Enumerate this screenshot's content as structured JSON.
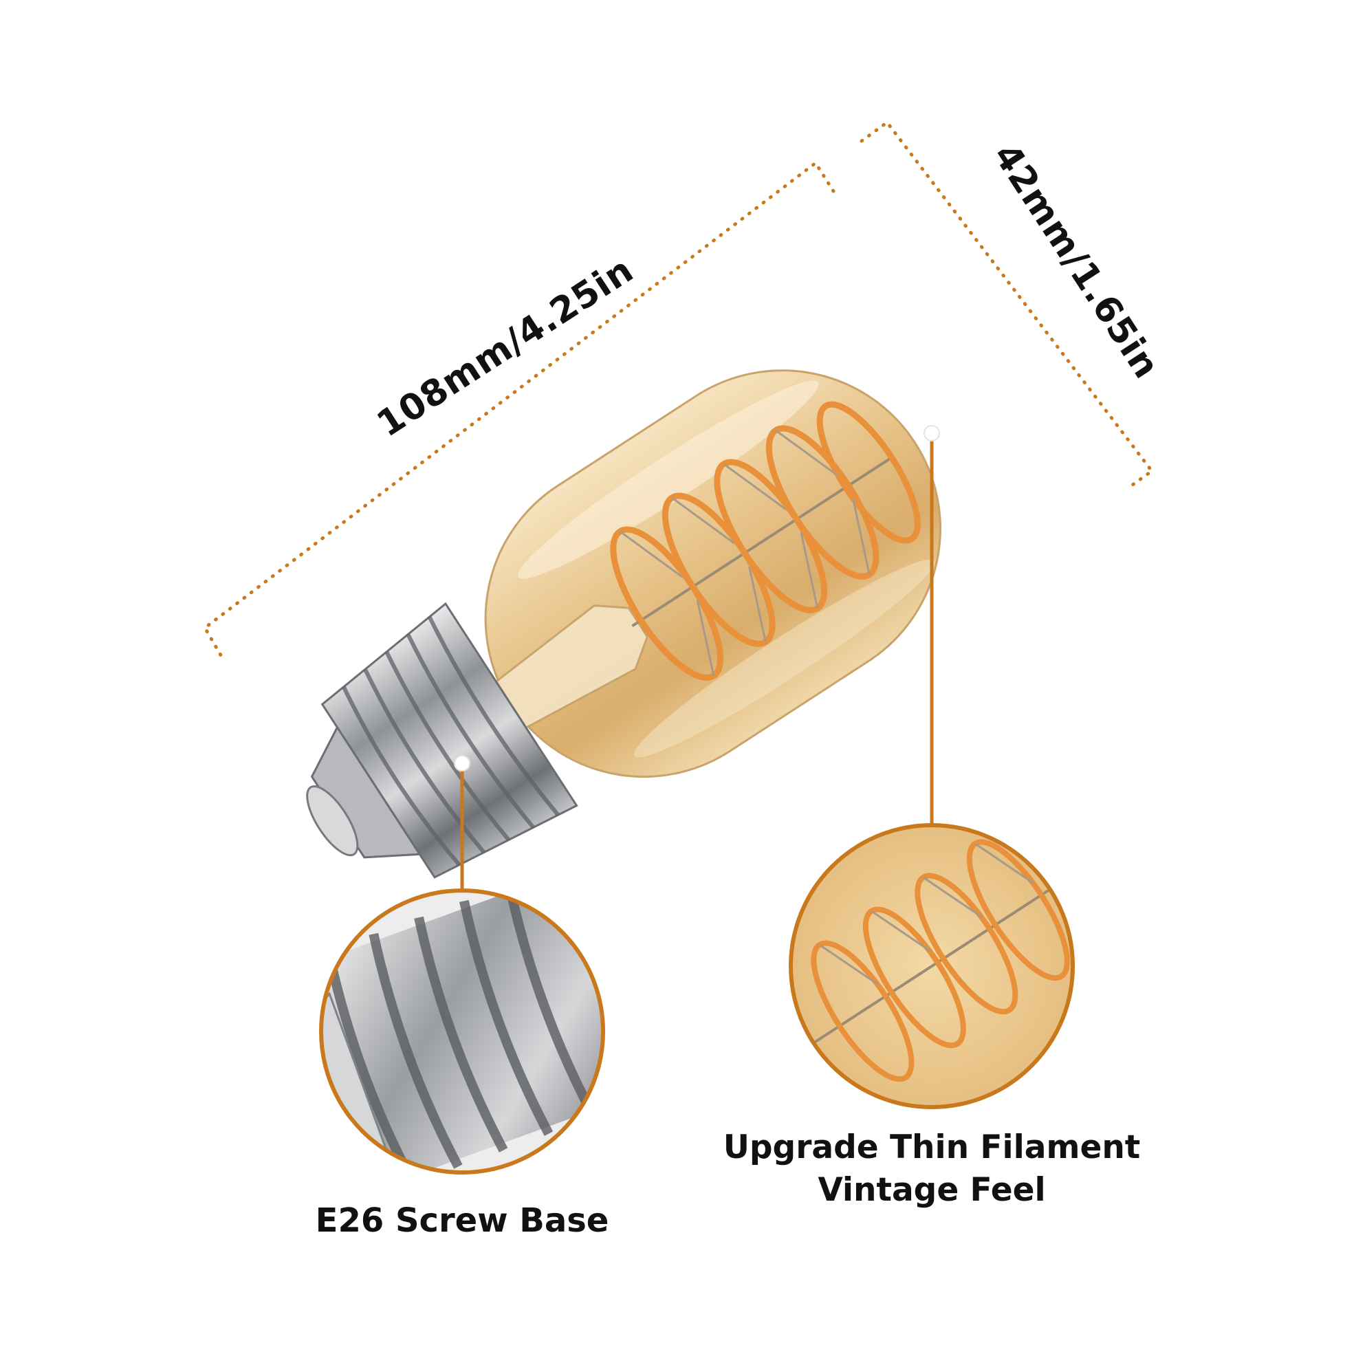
{
  "dimensions": {
    "length": "108mm/4.25in",
    "diameter": "42mm/1.65in"
  },
  "callouts": {
    "base": {
      "caption": "E26 Screw Base"
    },
    "filament": {
      "caption_line1": "Upgrade Thin Filament",
      "caption_line2": "Vintage Feel"
    }
  },
  "colors": {
    "accent": "#c9791b",
    "glass": "#e7c28a",
    "metal": "#a9abae",
    "filament": "#e8913a"
  }
}
